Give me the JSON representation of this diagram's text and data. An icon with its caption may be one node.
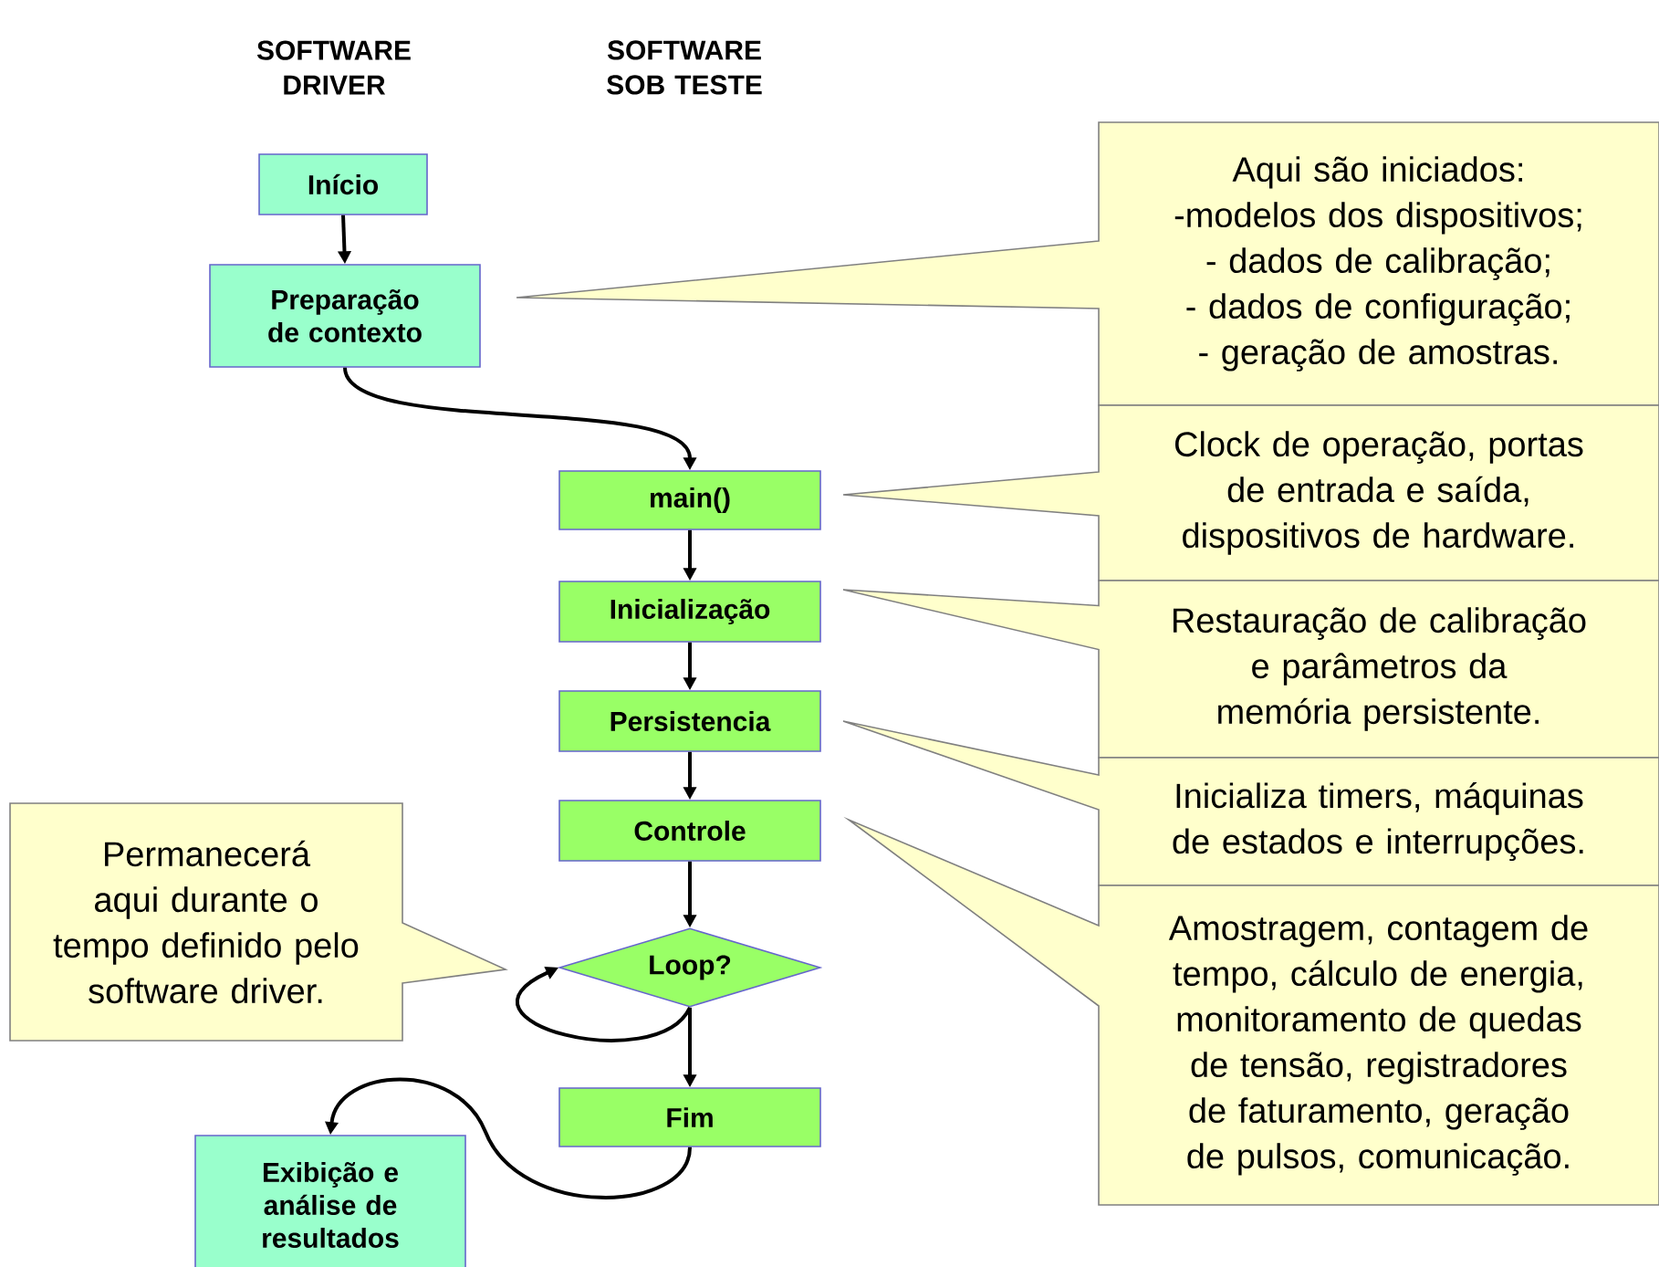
{
  "diagram": {
    "nodes": [
      {
        "text": [
          "Início"
        ]
      },
      {
        "text": [
          "Preparação de contexto"
        ]
      },
      {
        "text": [
          "main()"
        ]
      },
      {
        "text": [
          "Inicialização"
        ]
      },
      {
        "text": [
          "Persistencia"
        ]
      },
      {
        "text": [
          "Controle"
        ]
      },
      {
        "text": [
          "Loop?"
        ]
      },
      {
        "text": [
          "Fim"
        ]
      },
      {
        "text": [
          "Exibição e análise de resultados"
        ]
      },
      {
        "text": [
          "Permanecerá aqui durante o tempo definido pelo software driver."
        ]
      },
      {
        "text": [
          "Aqui são iniciados:",
          "-modelos dos dispositivos;",
          "- dados de calibração;",
          "- dados de configuração;",
          "- geração de amostras."
        ]
      },
      {
        "text": [
          "Clock de operação, portas de entrada e saída, dispositivos de hardware."
        ]
      },
      {
        "text": [
          "Restauração de calibração e parâmetros da memória persistente."
        ]
      },
      {
        "text": [
          "Inicializa timers, máquinas de estados e interrupções."
        ]
      },
      {
        "text": [
          "Amostragem, contagem de tempo, cálculo de energia, monitoramento de quedas de tensão, registradores de faturamento, geração de pulsos, comunicação."
        ]
      }
    ],
    "edges": [
      {
        "from": 0,
        "to": 1,
        "arrow": "to"
      },
      {
        "from": 1,
        "to": 2,
        "arrow": "to"
      },
      {
        "from": 2,
        "to": 3,
        "arrow": "to"
      },
      {
        "from": 3,
        "to": 4,
        "arrow": "to"
      },
      {
        "from": 4,
        "to": 5,
        "arrow": "to"
      },
      {
        "from": 5,
        "to": 6,
        "arrow": "to"
      },
      {
        "from": 6,
        "to": 6,
        "arrow": "to"
      },
      {
        "from": 6,
        "to": 7,
        "arrow": "to"
      },
      {
        "from": 7,
        "to": 8,
        "arrow": "to"
      }
    ],
    "labels": [
      "SOFTWARE DRIVER",
      "SOFTWARE SOB TESTE"
    ]
  }
}
